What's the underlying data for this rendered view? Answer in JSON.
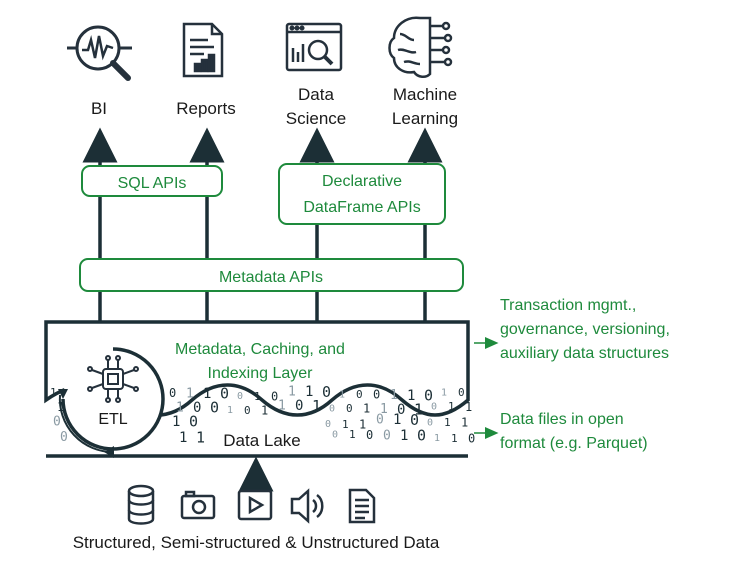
{
  "consumers": {
    "bi": "BI",
    "reports": "Reports",
    "data_science": [
      "Data",
      "Science"
    ],
    "machine_learning": [
      "Machine",
      "Learning"
    ]
  },
  "apis": {
    "sql": "SQL APIs",
    "declarative": [
      "Declarative",
      "DataFrame APIs"
    ],
    "metadata": "Metadata APIs"
  },
  "layer": {
    "title": [
      "Metadata, Caching, and",
      "Indexing Layer"
    ],
    "etl": "ETL",
    "data_lake": "Data Lake"
  },
  "annotations": {
    "transaction": [
      "Transaction mgmt.,",
      "governance, versioning,",
      "auxiliary data structures"
    ],
    "data_files": [
      "Data files in open",
      "format (e.g. Parquet)"
    ]
  },
  "sources": {
    "icons": [
      "database-icon",
      "camera-icon",
      "video-play-icon",
      "audio-speaker-icon",
      "document-icon"
    ],
    "caption": "Structured, Semi-structured & Unstructured Data"
  },
  "binary_digits": [
    "1",
    "0",
    "1",
    "1",
    "0",
    "0",
    "1",
    "0",
    "1",
    "1",
    "0",
    "1",
    "0",
    "0",
    "1",
    "1",
    "0",
    "1",
    "0",
    "1",
    "1",
    "0",
    "0",
    "1",
    "0",
    "1",
    "1",
    "0",
    "1",
    "0",
    "0",
    "1",
    "1",
    "0",
    "1",
    "0",
    "1",
    "1",
    "0",
    "1",
    "0",
    "0",
    "1",
    "1",
    "0",
    "1",
    "0",
    "0",
    "1",
    "1",
    "0",
    "1",
    "1",
    "0",
    "1",
    "0",
    "0",
    "1",
    "0",
    "1",
    "1",
    "0",
    "1",
    "0",
    "0",
    "1",
    "1",
    "0",
    "1",
    "0",
    "1",
    "0",
    "1",
    "1",
    "0",
    "0",
    "1",
    "0",
    "1",
    "1",
    "0",
    "1",
    "0",
    "1",
    "0",
    "0",
    "1",
    "1",
    "0",
    "1",
    "0",
    "1",
    "1",
    "0",
    "0",
    "1",
    "0",
    "1",
    "1",
    "0",
    "1",
    "0"
  ],
  "colors": {
    "green": "#1e8a3c",
    "dark": "#1c2f36",
    "outline": "#25313c"
  }
}
